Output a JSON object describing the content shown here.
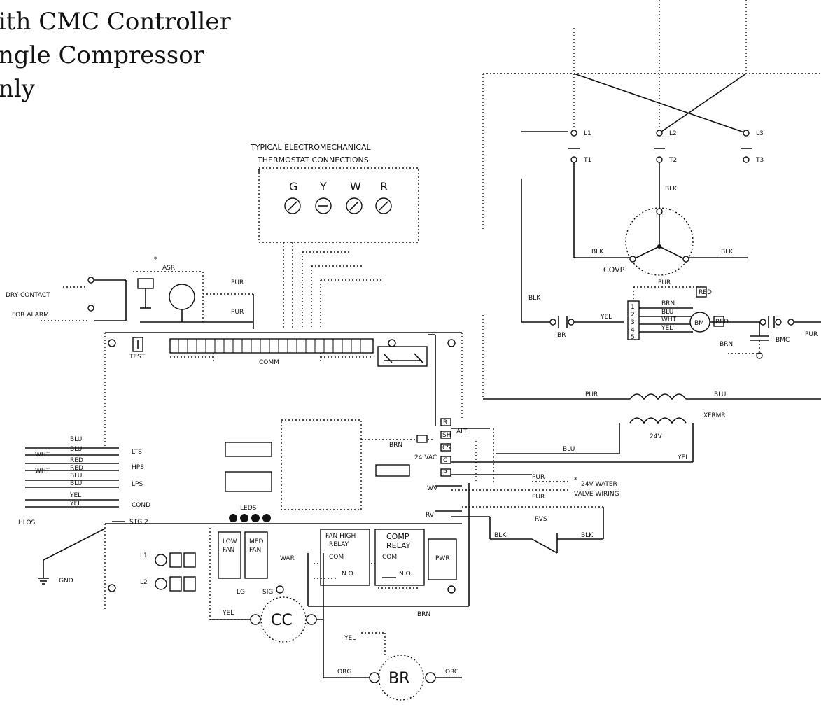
{
  "title_lines": [
    "ith CMC Controller",
    "ngle Compressor",
    "nly"
  ],
  "thermostat": {
    "heading_line1": "TYPICAL ELECTROMECHANICAL",
    "heading_line2": "THERMOSTAT CONNECTIONS",
    "terminals": [
      "G",
      "Y",
      "W",
      "R"
    ]
  },
  "labels": {
    "dry_contact": "DRY CONTACT",
    "for_alarm": "FOR ALARM",
    "asr": "ASR",
    "asterisk": "*",
    "pur_top": "PUR",
    "pur_top2": "PUR",
    "l1": "L1",
    "l2": "L2",
    "l3": "L3",
    "t1": "T1",
    "t2": "T2",
    "t3": "T3",
    "blk_motor": "BLK",
    "blk_left": "BLK",
    "blk_right": "BLK",
    "covp": "COVP",
    "blk_side": "BLK",
    "ylw_in": "YEL",
    "br": "BR",
    "pur_bm": "PUR",
    "brn_bm": "BRN",
    "blu_bm": "BLU",
    "wht_bm": "WHT",
    "ylw_bm": "YEL",
    "bm": "BM",
    "bmc": "BMC",
    "brn_bmc": "BRN",
    "t_red": "RED",
    "t_red2": "RED",
    "pin1": "1",
    "pin2": "2",
    "pin3": "3",
    "pin4": "4",
    "pin5": "5",
    "test": "TEST",
    "comm": "COMM",
    "brn_board": "BRN",
    "blu_board": "BLU",
    "pur_board": "PUR",
    "pur_board2": "PUR",
    "pur_xfmr": "PUR",
    "blu_xfmr": "BLU",
    "xfrmr": "XFRMR",
    "v24": "24V",
    "yel_xfmr": "YEL",
    "vac24": "24 VAC",
    "wv": "WV",
    "rv": "RV",
    "water_valve_1": "24V WATER",
    "water_valve_2": "VALVE WIRING",
    "rvs": "RVS",
    "blk_rvs1": "BLK",
    "blk_rvs2": "BLK",
    "lts": "LTS",
    "hps": "HPS",
    "lps": "LPS",
    "cond": "COND",
    "hlos": "HLOS",
    "stg2": "STG 2",
    "blu_a": "BLU",
    "blu_b": "BLU",
    "red_a": "RED",
    "red_b": "RED",
    "blu_c": "BLU",
    "blu_d": "BLU",
    "yel_a": "YEL",
    "yel_b": "YEL",
    "wht_a": "WHT",
    "wht_b": "WHT",
    "leds": "LEDS",
    "gnd": "GND",
    "l1_lo": "L1",
    "l2_lo": "L2",
    "lg": "LG",
    "sig": "SIG",
    "low_fan": "LOW",
    "low_fan2": "FAN",
    "med_fan": "MED",
    "med_fan2": "FAN",
    "war": "WAR",
    "fan_high_relay1": "FAN HIGH",
    "fan_high_relay2": "RELAY",
    "com1": "COM",
    "no1": "N.O.",
    "comp_relay1": "COMP",
    "comp_relay2": "RELAY",
    "com2": "COM",
    "no2": "N.O.",
    "pwr": "PWR",
    "brn_bottom": "BRN",
    "yel_cc": "YEL",
    "cc": "CC",
    "yel_br": "YEL",
    "org": "ORG",
    "orc": "ORC",
    "br_cap": "BR",
    "alt": "ALT",
    "sw_labels": [
      "R",
      "SH",
      "CS",
      "C",
      "P"
    ]
  }
}
